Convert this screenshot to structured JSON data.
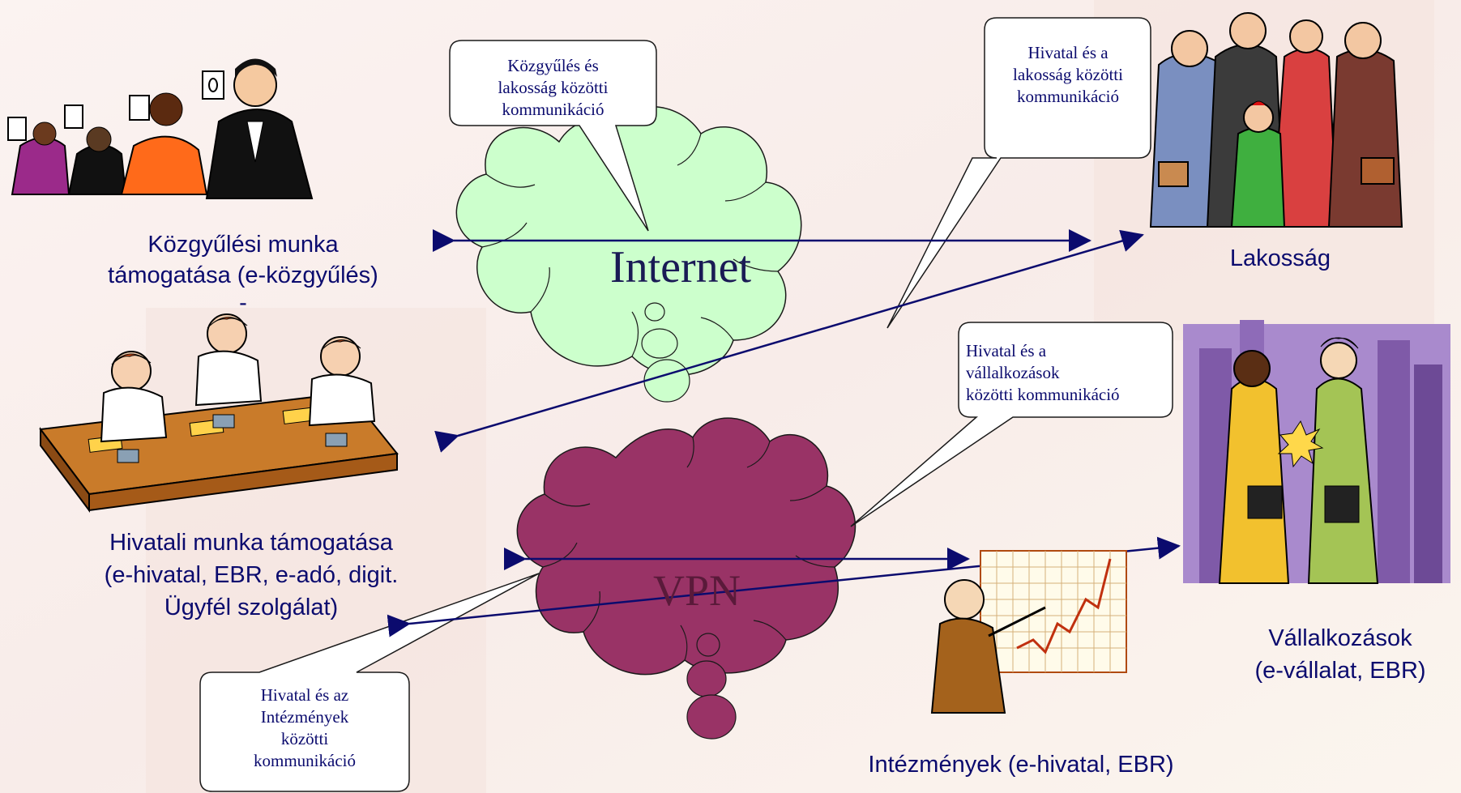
{
  "clouds": {
    "internet": "Internet",
    "vpn": "VPN"
  },
  "bubbles": {
    "kozgyules": [
      "Közgyűlés és",
      "lakosság közötti",
      "kommunikáció"
    ],
    "hivatal_lakossag": [
      "Hivatal és a",
      "lakosság közötti",
      "kommunikáció"
    ],
    "hivatal_vallalkozasok": [
      "Hivatal és a",
      "vállalkozások",
      "közötti kommunikáció"
    ],
    "hivatal_intezmenyek": [
      "Hivatal és az",
      "Intézmények",
      "közötti",
      "kommunikáció"
    ]
  },
  "labels": {
    "kozgyulesi": [
      "Közgyűlési munka",
      "támogatása (e-közgyűlés)",
      "-"
    ],
    "hivatali": [
      "Hivatali munka támogatása",
      "(e-hivatal, EBR, e-adó, digit.",
      "Ügyfél szolgálat)"
    ],
    "lakossag": "Lakosság",
    "vallalkozasok": [
      "Vállalkozások",
      "(e-vállalat, EBR)"
    ],
    "intezmenyek": "Intézmények (e-hivatal, EBR)"
  },
  "icons": [
    "voting-people-clipart",
    "office-workers-phones-clipart",
    "crowd-clipart",
    "handshake-business-clipart",
    "presenter-chart-clipart"
  ],
  "colors": {
    "internet_cloud": "#ccffcc",
    "vpn_cloud": "#993366",
    "text": "#0b0b6e",
    "arrow": "#0b0b6e"
  }
}
